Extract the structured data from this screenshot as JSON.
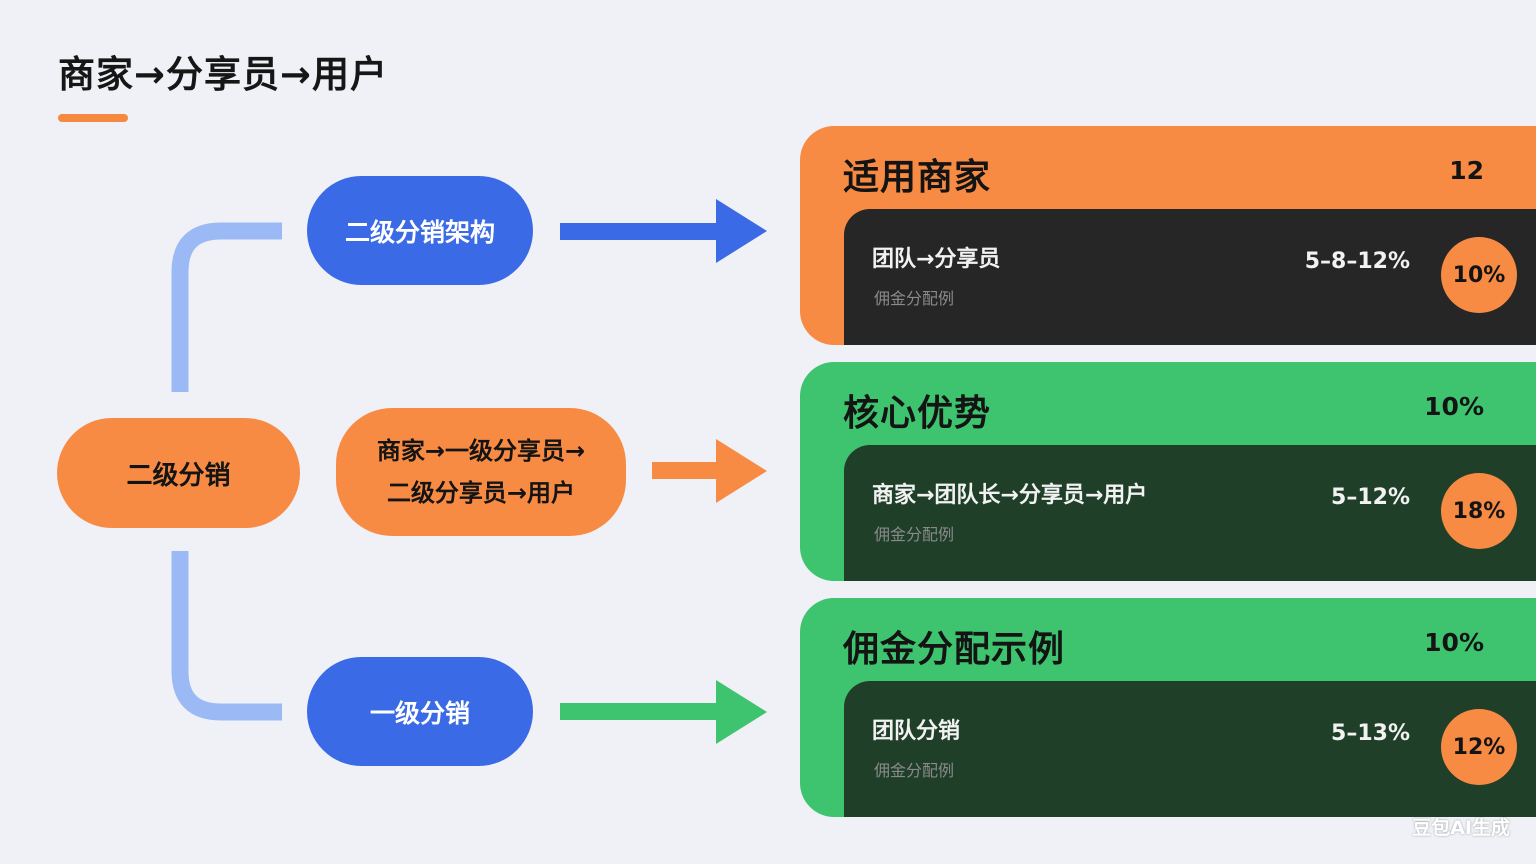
{
  "header": {
    "title": "商家→分享员→用户"
  },
  "colors": {
    "accent_orange": "#f88b43",
    "accent_blue": "#3b6ae6",
    "accent_green": "#3ec46f",
    "light_blue": "#9bbaf5",
    "dark_panel": "#262626",
    "dark_green_panel": "#1f3f29"
  },
  "diagram": {
    "root": {
      "label": "二级分销"
    },
    "branches": {
      "top": {
        "label": "二级分销架构"
      },
      "middle": {
        "line1": "商家→一级分享员→",
        "line2": "二级分享员→用户"
      },
      "bottom": {
        "label": "一级分销"
      }
    },
    "arrows": [
      "arrow-right-icon",
      "arrow-right-icon",
      "arrow-right-icon"
    ]
  },
  "panels": [
    {
      "title": "适用商家",
      "value": "12",
      "inner": {
        "title": "团队→分享员",
        "subtitle": "佣金分配例",
        "range": "5–8–12%",
        "badge": "10%"
      }
    },
    {
      "title": "核心优势",
      "value": "10%",
      "inner": {
        "title": "商家→团队长→分享员→用户",
        "subtitle": "佣金分配例",
        "range": "5–12%",
        "badge": "18%"
      }
    },
    {
      "title": "佣金分配示例",
      "value": "10%",
      "inner": {
        "title": "团队分销",
        "subtitle": "佣金分配例",
        "range": "5–13%",
        "badge": "12%"
      }
    }
  ],
  "watermark": {
    "text": "豆包AI生成"
  }
}
